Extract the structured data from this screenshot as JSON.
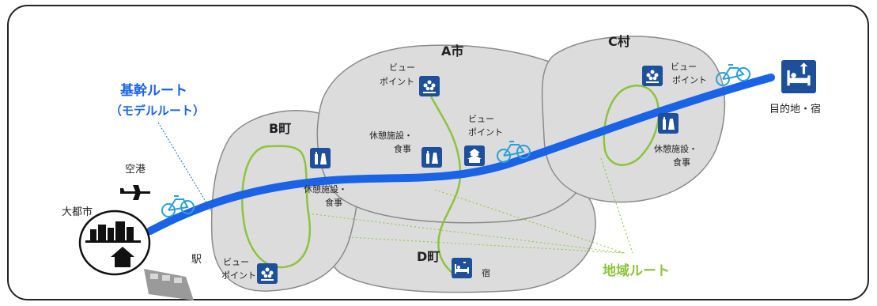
{
  "areas": {
    "a_city": "A市",
    "b_town": "B町",
    "c_village": "C村",
    "d_town": "D町"
  },
  "routes": {
    "main_line1": "基幹ルート",
    "main_line2": "（モデルルート）",
    "local": "地域ルート"
  },
  "places": {
    "big_city": "大都市",
    "airport": "空港",
    "station": "駅",
    "destination": "目的地・宿",
    "inn": "宿"
  },
  "poi": {
    "view_line1": "ビュー",
    "view_line2": "ポイント",
    "rest_line1": "休憩施設・",
    "rest_line2": "食事"
  },
  "colors": {
    "main_route": "#1a63e6",
    "local_route": "#8cc43c",
    "area_fill": "#dcdcdc",
    "badge": "#1d4f9a",
    "bicycle": "#2aa0d8"
  }
}
